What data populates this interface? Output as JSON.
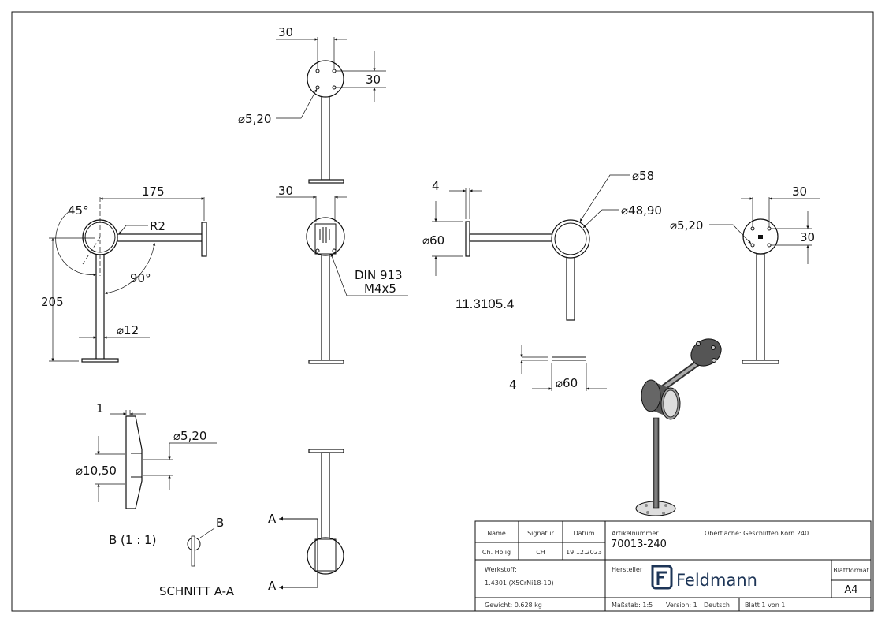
{
  "drawing": {
    "part_number_label": "11.3105.4",
    "top_view": {
      "dim_width": "30",
      "dim_height": "30",
      "hole_dia": "⌀5,20"
    },
    "front_view": {
      "dim_width": "30",
      "screw_note_1": "DIN 913",
      "screw_note_2": "M4x5"
    },
    "left_view": {
      "length": "175",
      "angle_top": "45°",
      "radius": "R2",
      "angle_bottom": "90°",
      "height": "205",
      "tube_dia": "⌀12"
    },
    "side_view": {
      "plate_thickness": "4",
      "plate_dia": "⌀60",
      "ring_outer": "⌀58",
      "ring_inner": "⌀48,90",
      "base_thickness": "4",
      "base_dia": "⌀60"
    },
    "right_view": {
      "dim_width": "30",
      "dim_height": "30",
      "hole_dia": "⌀5,20"
    },
    "detail_b": {
      "thickness": "1",
      "countersink_dia": "⌀10,50",
      "hole_dia": "⌀5,20",
      "label": "B (1 : 1)",
      "callout": "B"
    },
    "section": {
      "label": "SCHNITT A-A",
      "marker_top": "A",
      "marker_bottom": "A"
    }
  },
  "title_block": {
    "headers": {
      "name": "Name",
      "signature": "Signatur",
      "date": "Datum"
    },
    "values": {
      "name": "Ch. Hölig",
      "signature": "CH",
      "date": "19.12.2023"
    },
    "article_label": "Artikelnummer",
    "article_number": "70013-240",
    "surface": "Oberfläche:  Geschliffen Korn 240",
    "material_label": "Werkstoff:",
    "material": "1.4301 (X5CrNi18-10)",
    "manufacturer_label": "Hersteller",
    "logo_text": "Feldmann",
    "format_label": "Blattformat",
    "format": "A4",
    "weight": "Gewicht: 0.628 kg",
    "scale": "Maßstab: 1:5",
    "version": "Version: 1",
    "language": "Deutsch",
    "sheet": "Blatt 1 von 1"
  },
  "colors": {
    "logo": "#1d3557",
    "lines": "#111111"
  }
}
